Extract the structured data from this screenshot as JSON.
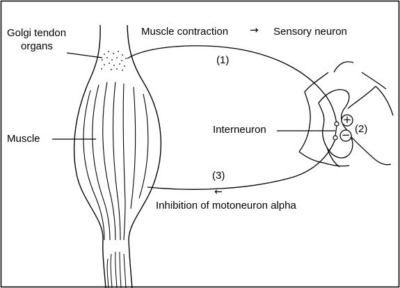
{
  "labels": {
    "golgi_line1": "Golgi tendon",
    "golgi_line2": "organs",
    "muscle": "Muscle",
    "muscle_contraction": "Muscle contraction",
    "sensory_neuron": "Sensory neuron",
    "step1": "(1)",
    "step2": "(2)",
    "step3": "(3)",
    "interneuron": "Interneuron",
    "inhibition": "Inhibition of motoneuron alpha",
    "plus": "+",
    "minus": "−"
  },
  "arrows": {
    "right_arrow": "→",
    "left_arrow": "←"
  }
}
